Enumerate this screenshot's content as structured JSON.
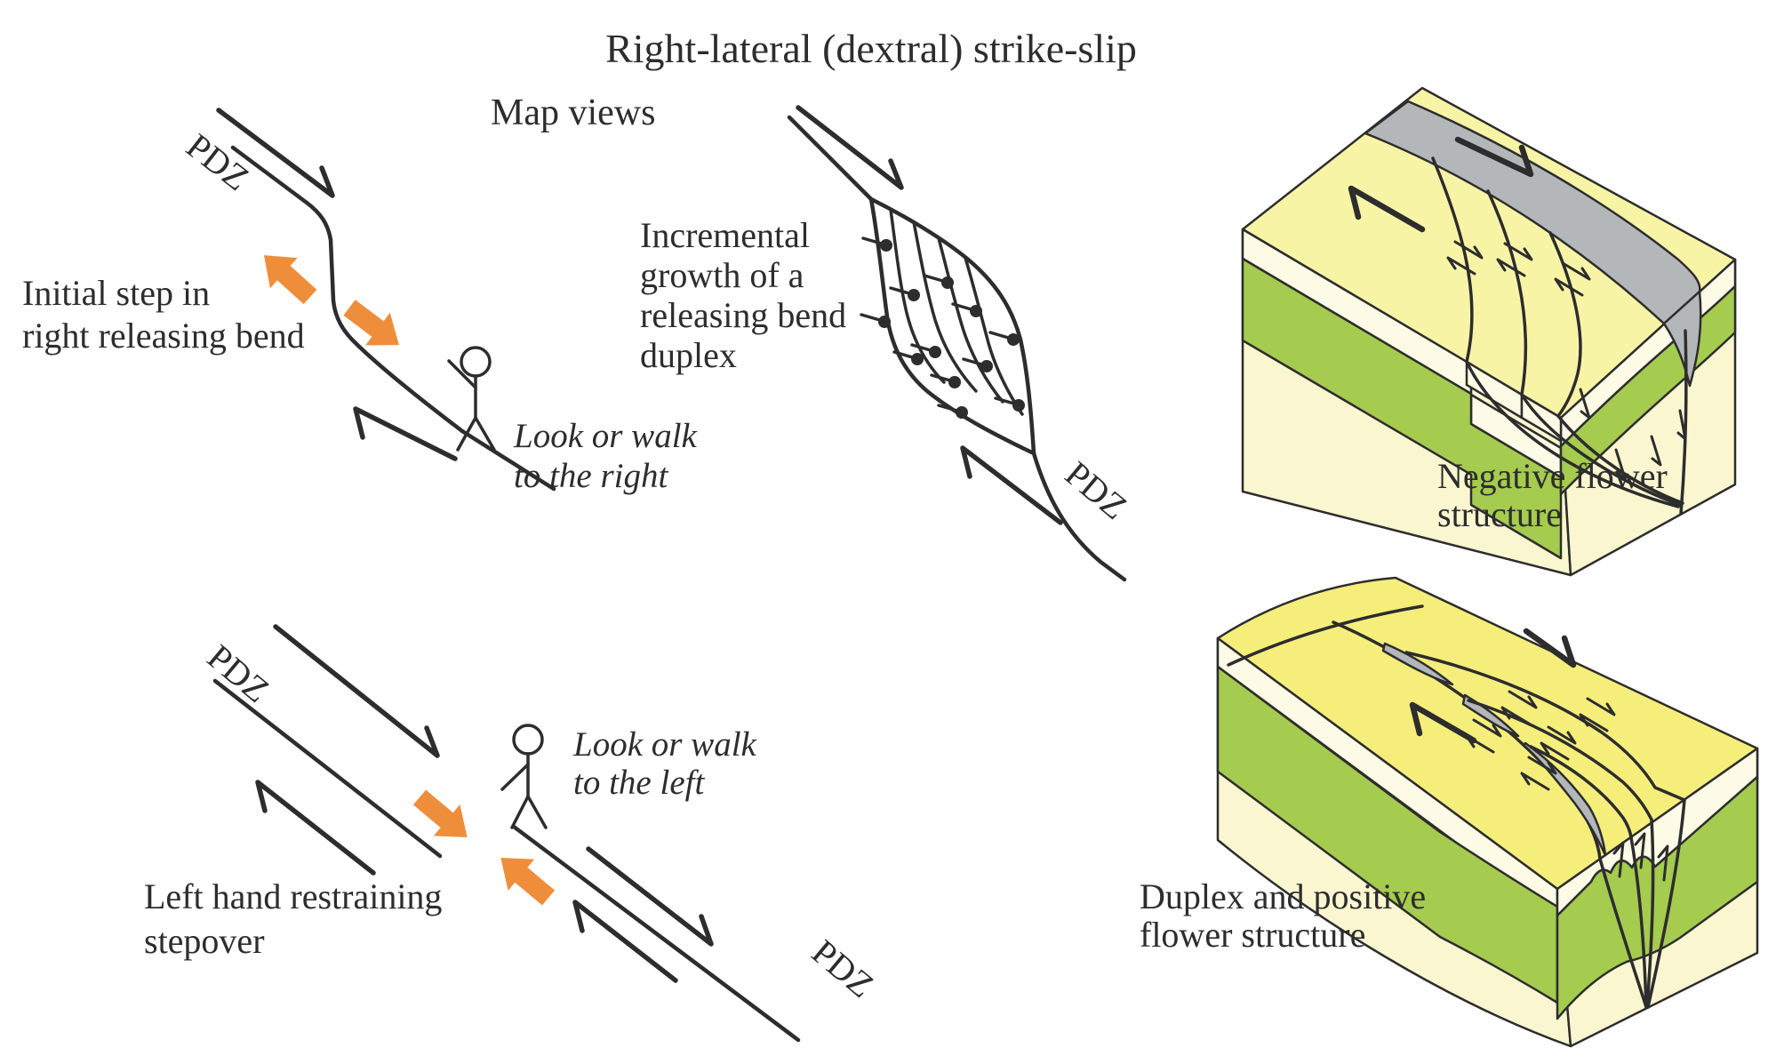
{
  "title": "Right-lateral (dextral) strike-slip",
  "subtitle": "Map views",
  "map_views": {
    "releasing_bend": {
      "caption_line1": "Initial step in",
      "caption_line2": "right releasing bend",
      "pdz": "PDZ",
      "observer_note_line1": "Look or walk",
      "observer_note_line2": "to the right"
    },
    "releasing_duplex": {
      "caption_line1": "Incremental",
      "caption_line2": "growth of a",
      "caption_line3": "releasing bend",
      "caption_line4": "duplex",
      "pdz": "PDZ"
    },
    "restraining_stepover": {
      "caption_line1": "Left hand restraining",
      "caption_line2": "stepover",
      "pdz_upper": "PDZ",
      "pdz_lower": "PDZ",
      "observer_note_line1": "Look or walk",
      "observer_note_line2": "to the left"
    }
  },
  "block_diagrams": {
    "negative_flower": {
      "caption_line1": "Negative flower",
      "caption_line2": "structure"
    },
    "positive_flower": {
      "caption_line1": "Duplex and positive",
      "caption_line2": "flower structure"
    }
  },
  "colors": {
    "diagram_line": "#2d2d2d",
    "extension_arrow_orange": "#EF8E3A",
    "block_top_pale_yellow": "#F8F4A6",
    "block_top_bright_yellow": "#F5EE7B",
    "layer_cream_light": "#FDFBE6",
    "layer_green": "#A5CB4F",
    "layer_cream": "#FAF6D0",
    "fault_zone_gray": "#B4B7BA"
  }
}
